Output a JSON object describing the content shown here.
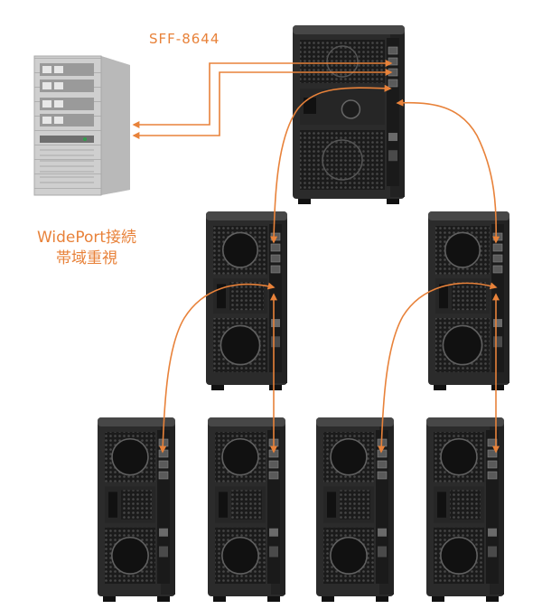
{
  "labels": {
    "connector": "SFF-8644",
    "mode_line1": "WidePort接続",
    "mode_line2": "帯域重視"
  },
  "colors": {
    "cable": "#e8823a",
    "label": "#e8823a",
    "enclosure_body": "#2b2b2b",
    "enclosure_top": "#454545",
    "server_body": "#c9c9c9"
  },
  "icons": {
    "server": "tower-server-icon",
    "enclosure": "storage-enclosure-icon",
    "cable": "sas-cable-arrow"
  },
  "topology": {
    "host": "server",
    "root_enclosure": "enclosure-top",
    "tier1": [
      "enclosure-mid-left",
      "enclosure-mid-right"
    ],
    "tier2": [
      "enclosure-bottom-1",
      "enclosure-bottom-2",
      "enclosure-bottom-3",
      "enclosure-bottom-4"
    ]
  }
}
